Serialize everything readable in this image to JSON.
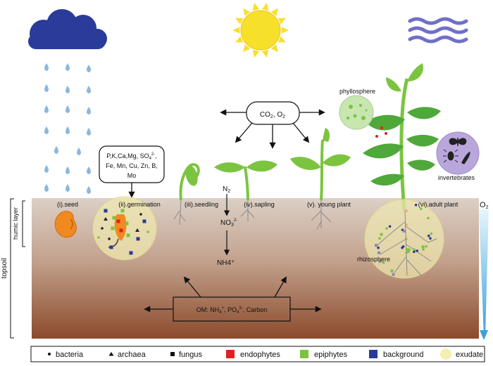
{
  "diagram": {
    "stages": [
      {
        "id": "seed",
        "label": "(i).seed"
      },
      {
        "id": "germination",
        "label": "(ii).germination"
      },
      {
        "id": "seedling",
        "label": "(iii).seedling"
      },
      {
        "id": "sapling",
        "label": "(iv).sapling"
      },
      {
        "id": "young",
        "label": "(v). young plant"
      },
      {
        "id": "adult",
        "label": "(vi).adult plant"
      }
    ],
    "gases": {
      "label": "CO",
      "sub1": "2",
      "sep": ", O",
      "sub2": "2"
    },
    "nutrients": {
      "line1_pre": "P,K,Ca,Mg, SO",
      "line1_sub": "4",
      "line1_sup": "2-",
      "line1_post": ",",
      "line2": "Fe, Mn, Cu, Zn, B,",
      "line3": "Mo"
    },
    "nitrogen": {
      "n2_pre": "N",
      "n2_sub": "2",
      "no3_pre": "NO",
      "no3_sub": "3",
      "no3_sup": "2-",
      "nh4": "NH4⁺"
    },
    "organic_matter": {
      "pre": "OM: NH",
      "sub1": "4",
      "sup1": "+",
      "mid": ", PO",
      "sub2": "4",
      "sup2": "3-",
      "post": ", Carbon"
    },
    "labels": {
      "phyllosphere": "phyllosphere",
      "invertebrates": "invertebrates",
      "rhizosphere": "rhizosphere",
      "humic_layer": "humic layer",
      "topsoil": "topsoil",
      "oxygen_pre": "O",
      "oxygen_sub": "2"
    },
    "legend": [
      {
        "symbol": "circle",
        "label": "bacteria",
        "color": "#111111"
      },
      {
        "symbol": "triangle",
        "label": "archaea",
        "color": "#111111"
      },
      {
        "symbol": "square",
        "label": "fungus",
        "color": "#111111"
      },
      {
        "symbol": "box",
        "label": "endophytes",
        "color": "#e02020"
      },
      {
        "symbol": "box",
        "label": "epiphytes",
        "color": "#7cc440"
      },
      {
        "symbol": "box",
        "label": "background",
        "color": "#2a3a9a"
      },
      {
        "symbol": "disc",
        "label": "exudate",
        "color": "#f4f0b0"
      }
    ],
    "colors": {
      "cloud": "#2b3b9a",
      "rain": "#8db7dc",
      "sun": "#f7e02a",
      "wind": "#7070c8",
      "plant": "#7cc440",
      "leaf_dark": "#4fa83a",
      "soil_top": "#d9cbc0",
      "soil_bottom": "#8b4a2c",
      "oxygen_arrow": "#3aa0d8",
      "phyllosphere": "#c7e6b0",
      "invertebrates": "#b9a7dc"
    }
  }
}
